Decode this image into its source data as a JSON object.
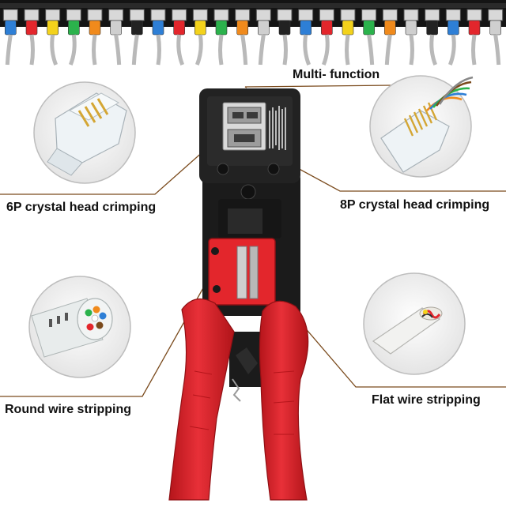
{
  "labels": {
    "multi_function": "Multi- function",
    "crimp_6p": "6P crystal head crimping",
    "crimp_8p": "8P crystal head crimping",
    "round_strip": "Round wire stripping",
    "flat_strip": "Flat wire stripping"
  },
  "patch_panel": {
    "boot_colors": [
      "#2e7fd6",
      "#e3262c",
      "#f3d21b",
      "#2bb24c",
      "#f08a1c",
      "#cfcfcf",
      "#222222",
      "#2e7fd6",
      "#e3262c",
      "#f3d21b",
      "#2bb24c",
      "#f08a1c",
      "#cfcfcf",
      "#222222",
      "#2e7fd6",
      "#e3262c",
      "#f3d21b",
      "#2bb24c",
      "#f08a1c",
      "#cfcfcf",
      "#222222",
      "#2e7fd6",
      "#e3262c",
      "#cfcfcf"
    ]
  },
  "colors": {
    "handle": "#e3262c",
    "tool_body": "#1e1e1e",
    "callout_line": "#7a4a1c"
  }
}
